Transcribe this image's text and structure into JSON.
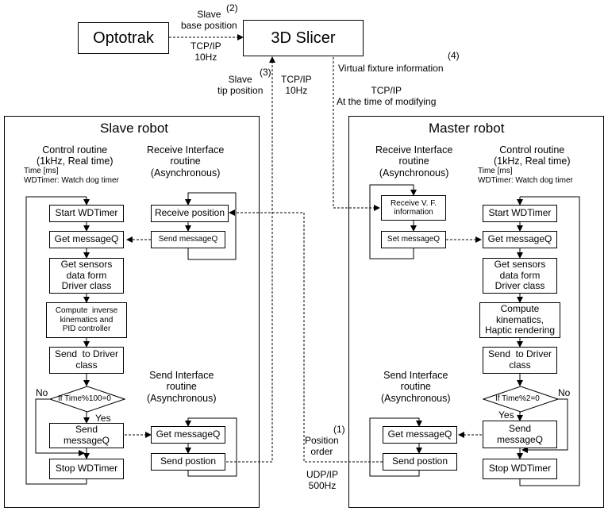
{
  "top": {
    "optotrak": "Optotrak",
    "slicer": "3D Slicer",
    "label_slave_base": "Slave\nbase position",
    "num2": "(2)",
    "tcp1": "TCP/IP\n10Hz",
    "slave_tip": "Slave\ntip position",
    "num3": "(3)",
    "tcp2": "TCP/IP\n10Hz",
    "virtual_fixture": "Virtual fixture information",
    "num4": "(4)",
    "tcp3": "TCP/IP\nAt the time of modifying"
  },
  "slave": {
    "title": "Slave robot",
    "control_head": "Control routine\n(1kHz, Real time)",
    "time_note": "Time [ms]\nWDTimer: Watch dog timer",
    "receive_head": "Receive Interface\nroutine\n(Asynchronous)",
    "send_head": "Send Interface\nroutine\n(Asynchronous)",
    "start": "Start WDTimer",
    "getq": "Get messageQ",
    "sensors": "Get sensors\ndata form\nDriver class",
    "compute": "Compute  inverse\nkinematics and\nPID controller",
    "send_driver": "Send  to Driver\nclass",
    "decision": "If Time%100=0",
    "no": "No",
    "yes": "Yes",
    "send_msgq": "Send\nmessageQ",
    "stop": "Stop WDTimer",
    "recv_pos": "Receive position",
    "send_msgq2": "Send messageQ",
    "get_msgq2": "Get messageQ",
    "send_pos": "Send postion"
  },
  "master": {
    "title": "Master robot",
    "receive_head": "Receive Interface\nroutine\n(Asynchronous)",
    "control_head": "Control routine\n(1kHz, Real time)",
    "time_note": "Time [ms]\nWDTimer: Watch dog timer",
    "send_head": "Send Interface\nroutine\n(Asynchronous)",
    "recv_vf": "Receive V. F.\ninformation",
    "set_msgq": "Set messageQ",
    "start": "Start WDTimer",
    "getq": "Get messageQ",
    "sensors": "Get sensors\ndata form\nDriver class",
    "compute": "Compute\nkinematics,\nHaptic rendering",
    "send_driver": "Send  to Driver\nclass",
    "decision": "If Time%2=0",
    "no": "No",
    "yes": "Yes",
    "send_msgq": "Send\nmessageQ",
    "stop": "Stop WDTimer",
    "get_msgq2": "Get messageQ",
    "send_pos": "Send postion"
  },
  "center": {
    "num1": "(1)",
    "position_order": "Position\norder",
    "udp": "UDP/IP\n500Hz"
  }
}
